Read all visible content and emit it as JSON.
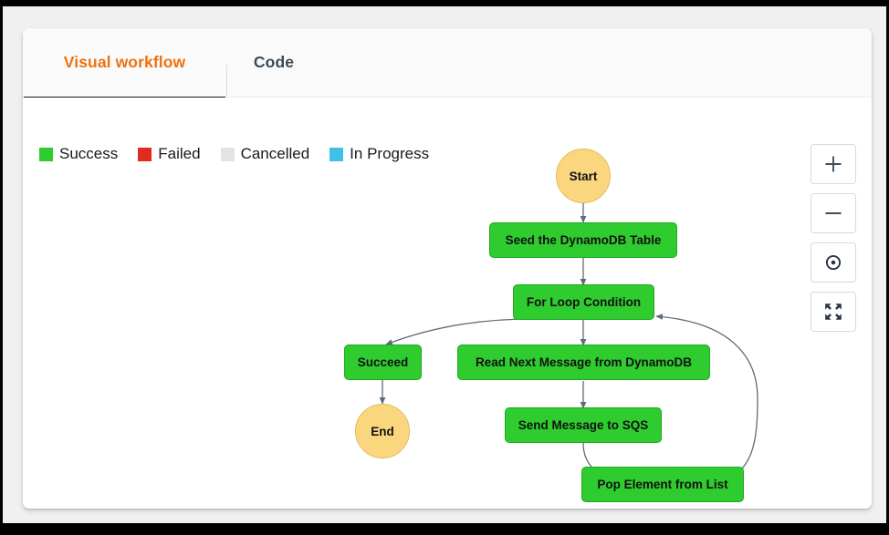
{
  "window": {
    "card_background": "#ffffff",
    "backdrop_color": "#eff0f0"
  },
  "tabs": {
    "active": "Visual workflow",
    "items": [
      {
        "label": "Visual workflow",
        "active": true,
        "color": "#ec7211"
      },
      {
        "label": "Code",
        "active": false,
        "color": "#3d4c5b"
      }
    ]
  },
  "legend": {
    "items": [
      {
        "label": "Success",
        "color": "#2ecc2e"
      },
      {
        "label": "Failed",
        "color": "#e02b20"
      },
      {
        "label": "Cancelled",
        "color": "#e3e3e3"
      },
      {
        "label": "In Progress",
        "color": "#3fc0e8"
      }
    ]
  },
  "workflow": {
    "nodes": [
      {
        "id": "start",
        "label": "Start",
        "type": "terminal",
        "status": "In Progress"
      },
      {
        "id": "seed",
        "label": "Seed the DynamoDB Table",
        "type": "task",
        "status": "Success"
      },
      {
        "id": "forloop",
        "label": "For Loop Condition",
        "type": "task",
        "status": "Success"
      },
      {
        "id": "succeed",
        "label": "Succeed",
        "type": "task",
        "status": "Success"
      },
      {
        "id": "read",
        "label": "Read Next Message from DynamoDB",
        "type": "task",
        "status": "Success"
      },
      {
        "id": "end",
        "label": "End",
        "type": "terminal",
        "status": "In Progress"
      },
      {
        "id": "sendsqs",
        "label": "Send Message to SQS",
        "type": "task",
        "status": "Success"
      },
      {
        "id": "pop",
        "label": "Pop Element from List",
        "type": "task",
        "status": "Success"
      }
    ],
    "edges": [
      {
        "from": "start",
        "to": "seed"
      },
      {
        "from": "seed",
        "to": "forloop"
      },
      {
        "from": "forloop",
        "to": "succeed"
      },
      {
        "from": "forloop",
        "to": "read"
      },
      {
        "from": "succeed",
        "to": "end"
      },
      {
        "from": "read",
        "to": "sendsqs"
      },
      {
        "from": "sendsqs",
        "to": "pop"
      },
      {
        "from": "pop",
        "to": "forloop"
      }
    ]
  },
  "controls": {
    "buttons": [
      {
        "name": "zoom-in-button",
        "icon": "plus-icon",
        "title": "Zoom in"
      },
      {
        "name": "zoom-out-button",
        "icon": "minus-icon",
        "title": "Zoom out"
      },
      {
        "name": "center-button",
        "icon": "target-icon",
        "title": "Center"
      },
      {
        "name": "fullscreen-button",
        "icon": "fullscreen-icon",
        "title": "Fit to screen"
      }
    ]
  }
}
